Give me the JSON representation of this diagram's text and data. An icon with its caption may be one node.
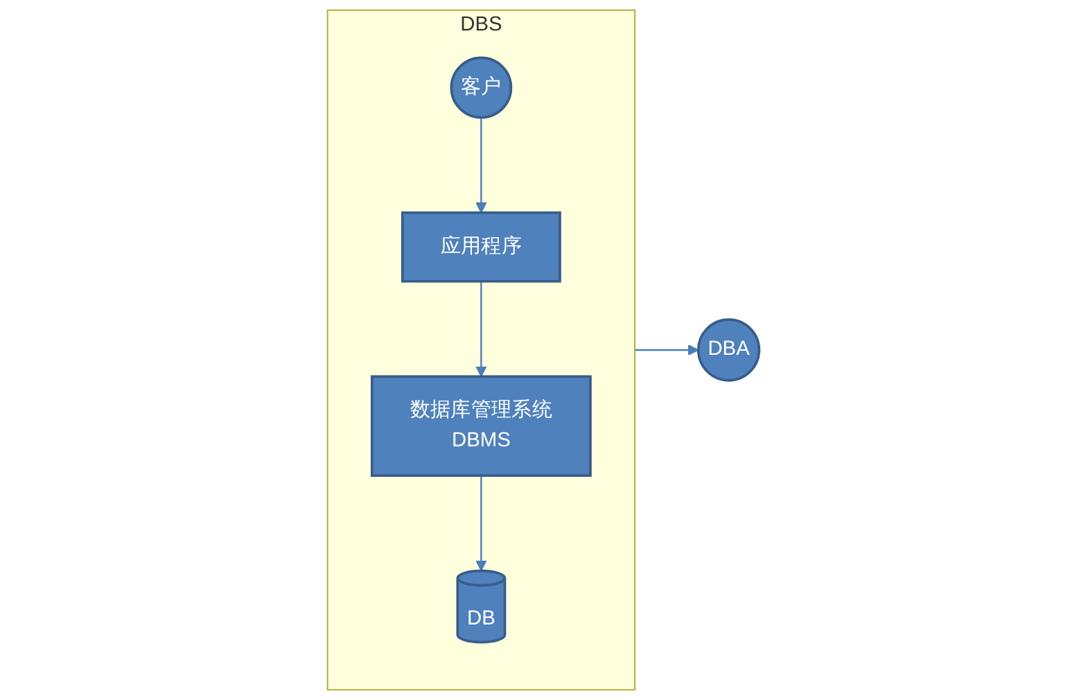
{
  "diagram": {
    "nodes": [
      {
        "text": [
          "DBS"
        ]
      },
      {
        "text": [
          "应用程序"
        ],
        "in": 0
      },
      {
        "text": [
          "数据库管理系统",
          "DBMS"
        ],
        "in": 0
      },
      {
        "text": [
          "DB"
        ],
        "in": 0
      },
      {
        "text": [
          "客户"
        ],
        "in": 0
      },
      {
        "text": [
          "DBA"
        ]
      }
    ],
    "edges": [
      {
        "from": 4,
        "to": 1,
        "arrow": "to"
      },
      {
        "from": 1,
        "to": 2,
        "arrow": "to"
      },
      {
        "from": 2,
        "to": 3,
        "arrow": "to"
      },
      {
        "from": 0,
        "to": 5,
        "arrow": "to"
      }
    ]
  }
}
